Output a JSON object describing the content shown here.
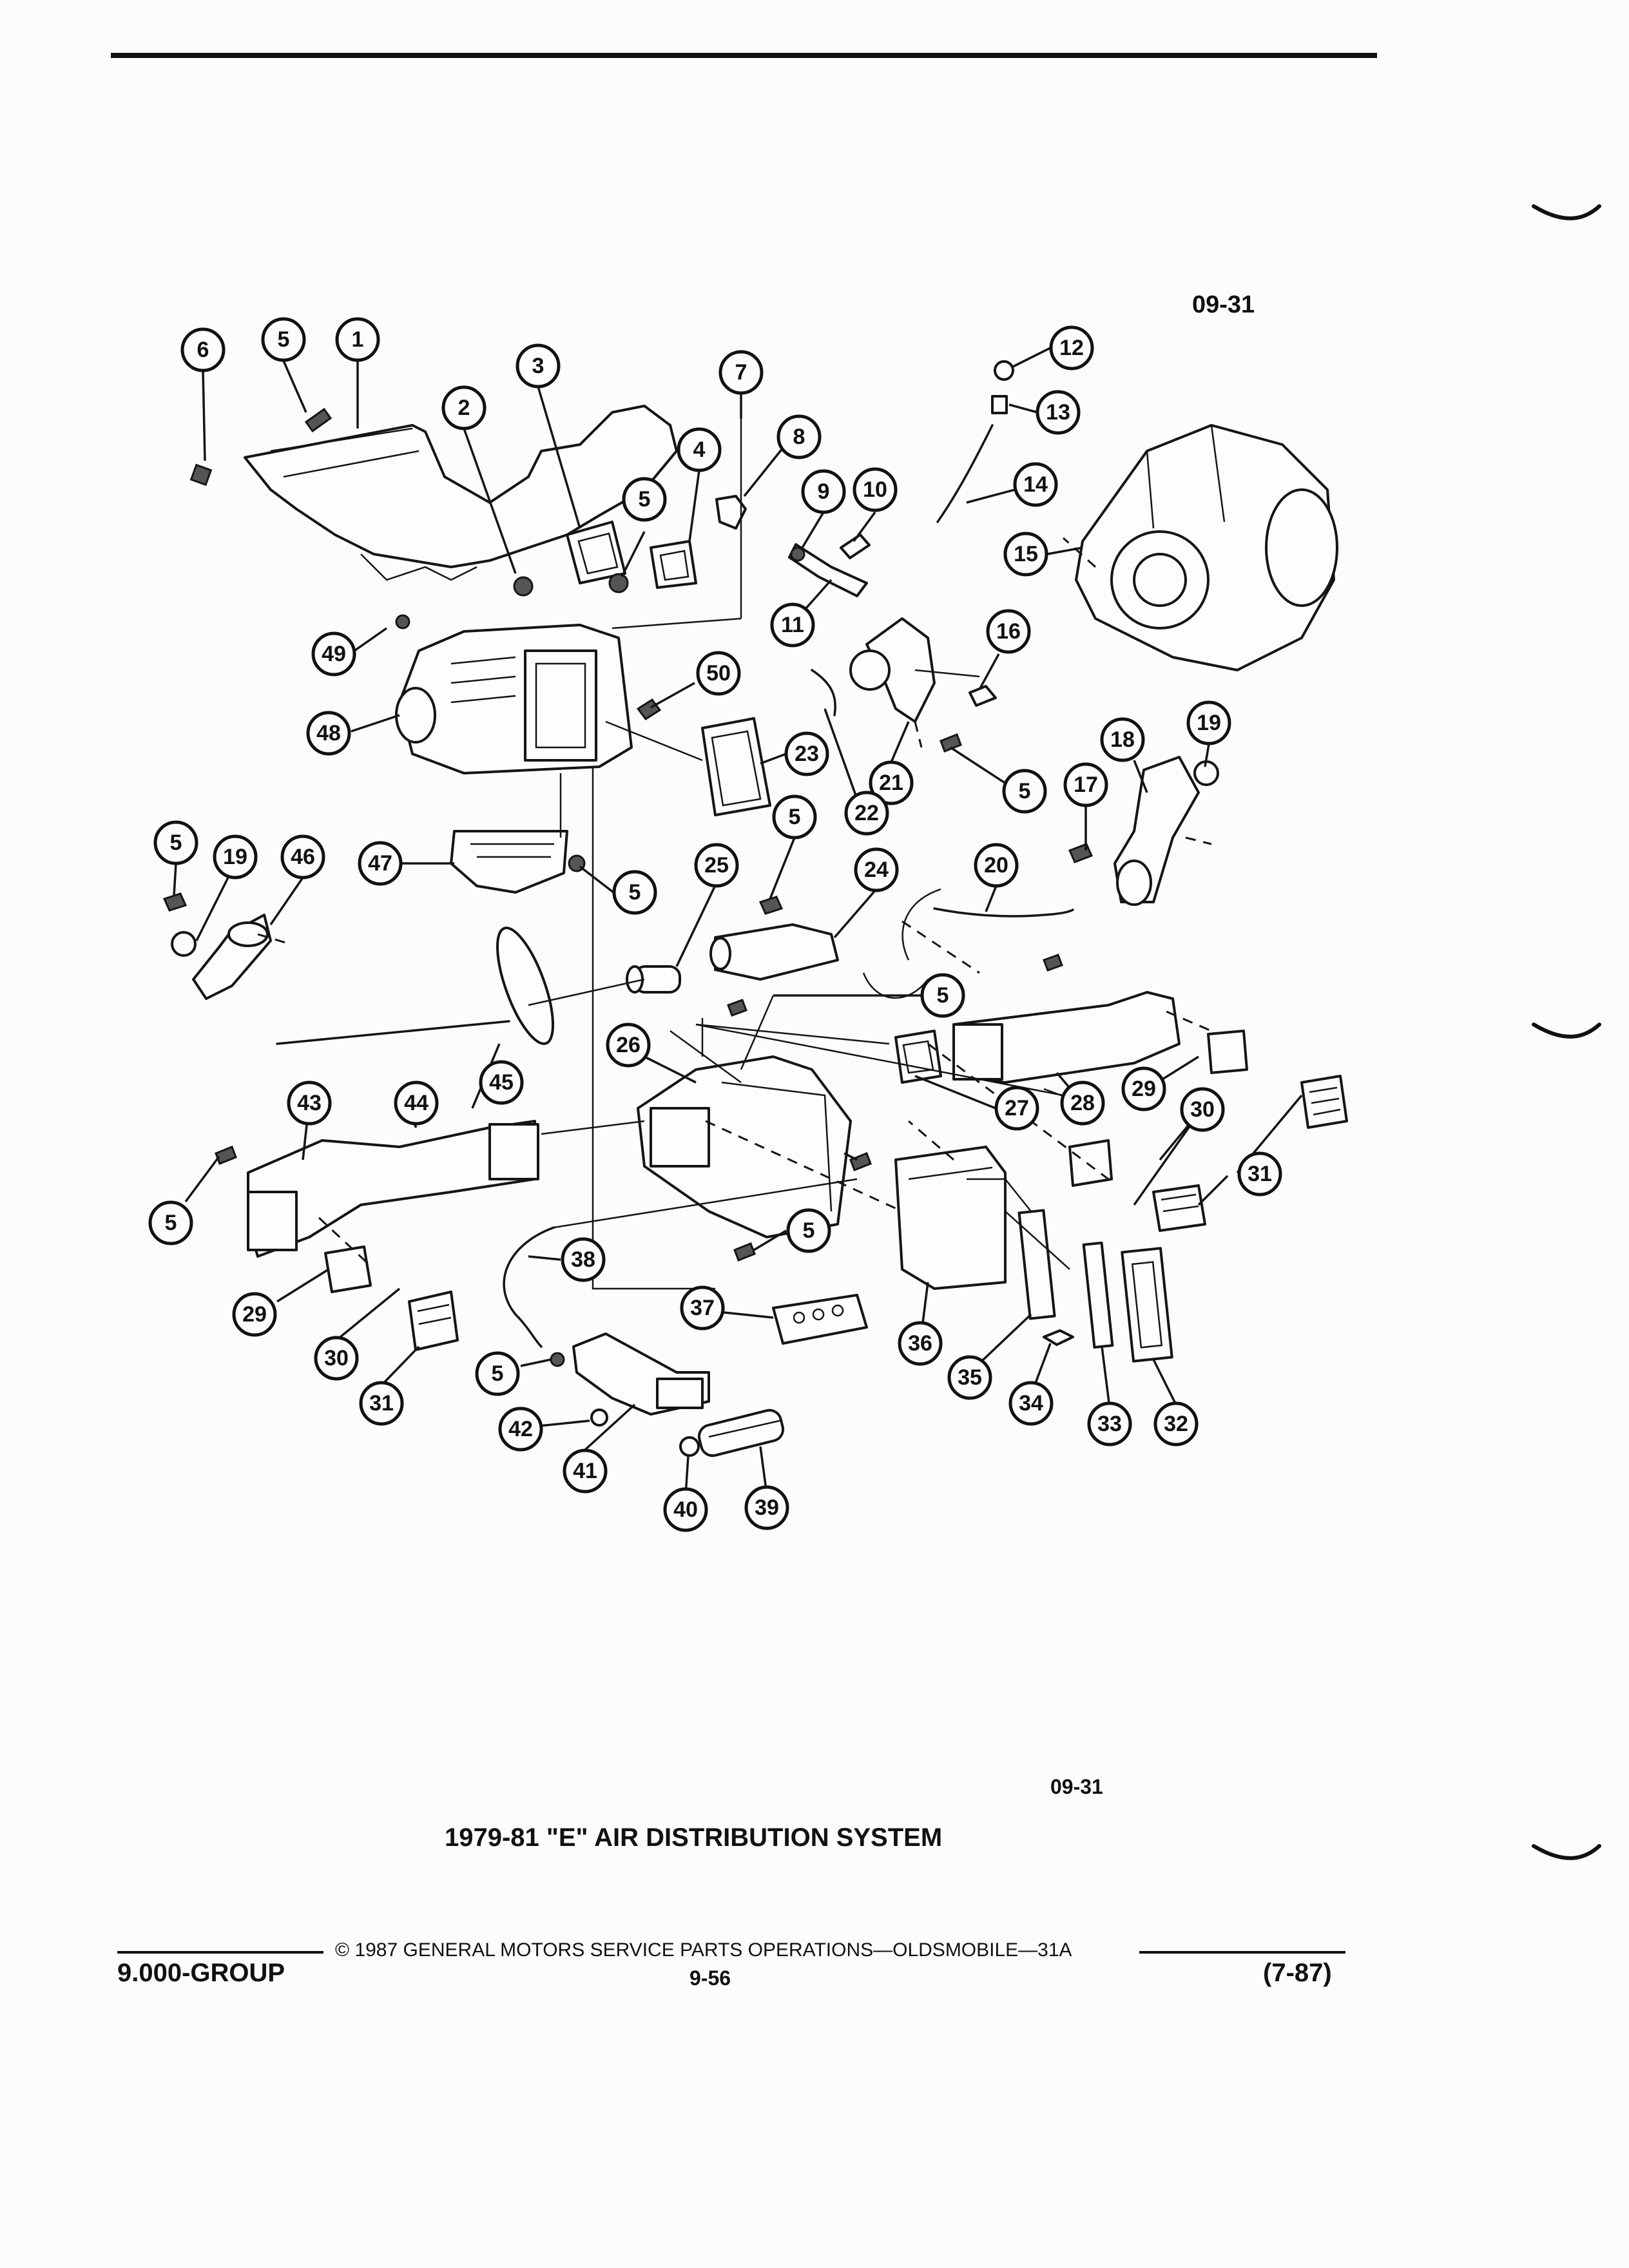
{
  "header": {
    "figure_code_top": "09-31"
  },
  "figure": {
    "figure_code_bottom": "09-31",
    "title": "1979-81 \"E\" AIR DISTRIBUTION SYSTEM"
  },
  "callouts": [
    {
      "label": "1"
    },
    {
      "label": "2"
    },
    {
      "label": "3"
    },
    {
      "label": "4"
    },
    {
      "label": "5"
    },
    {
      "label": "5"
    },
    {
      "label": "6"
    },
    {
      "label": "7"
    },
    {
      "label": "8"
    },
    {
      "label": "9"
    },
    {
      "label": "10"
    },
    {
      "label": "11"
    },
    {
      "label": "12"
    },
    {
      "label": "13"
    },
    {
      "label": "14"
    },
    {
      "label": "15"
    },
    {
      "label": "16"
    },
    {
      "label": "17"
    },
    {
      "label": "18"
    },
    {
      "label": "19"
    },
    {
      "label": "19"
    },
    {
      "label": "20"
    },
    {
      "label": "21"
    },
    {
      "label": "22"
    },
    {
      "label": "23"
    },
    {
      "label": "24"
    },
    {
      "label": "25"
    },
    {
      "label": "26"
    },
    {
      "label": "27"
    },
    {
      "label": "28"
    },
    {
      "label": "29"
    },
    {
      "label": "29"
    },
    {
      "label": "30"
    },
    {
      "label": "30"
    },
    {
      "label": "31"
    },
    {
      "label": "31"
    },
    {
      "label": "32"
    },
    {
      "label": "33"
    },
    {
      "label": "34"
    },
    {
      "label": "35"
    },
    {
      "label": "36"
    },
    {
      "label": "37"
    },
    {
      "label": "38"
    },
    {
      "label": "39"
    },
    {
      "label": "40"
    },
    {
      "label": "41"
    },
    {
      "label": "42"
    },
    {
      "label": "43"
    },
    {
      "label": "44"
    },
    {
      "label": "45"
    },
    {
      "label": "46"
    },
    {
      "label": "47"
    },
    {
      "label": "48"
    },
    {
      "label": "49"
    },
    {
      "label": "50"
    },
    {
      "label": "5"
    },
    {
      "label": "5"
    },
    {
      "label": "5"
    },
    {
      "label": "5"
    },
    {
      "label": "5"
    },
    {
      "label": "5"
    },
    {
      "label": "5"
    },
    {
      "label": "5"
    },
    {
      "label": "5"
    }
  ],
  "footer": {
    "copyright": "© 1987 GENERAL MOTORS SERVICE PARTS OPERATIONS—OLDSMOBILE—31A",
    "group": "9.000-GROUP",
    "page_number": "9-56",
    "revision": "(7-87)"
  }
}
